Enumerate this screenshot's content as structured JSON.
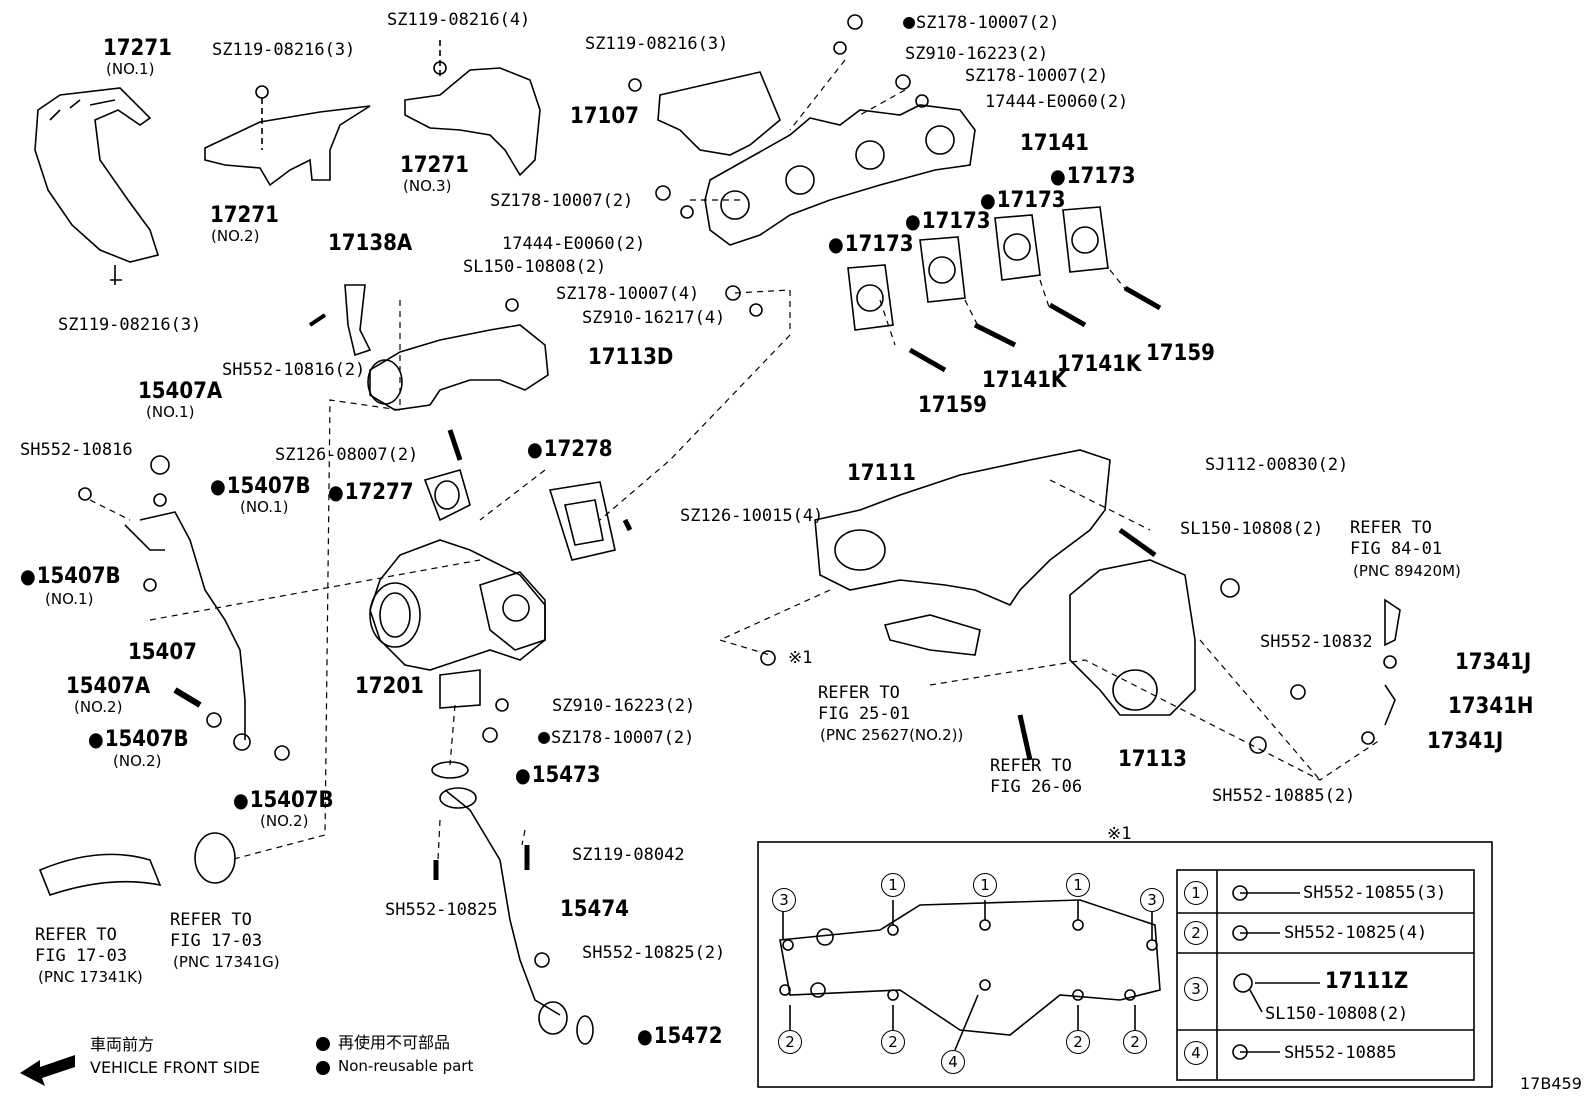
{
  "figure_id": "17B459",
  "callouts": {
    "p17271_no1": "17271",
    "p17271_no1_sub": "(NO.1)",
    "sz119_a": "SZ119-08216(3)",
    "sz119_b": "SZ119-08216(4)",
    "sz119_c": "SZ119-08216(3)",
    "p17271_no2": "17271",
    "p17271_no2_sub": "(NO.2)",
    "p17271_no3": "17271",
    "p17271_no3_sub": "(NO.3)",
    "sz119_d": "SZ119-08216(3)",
    "p17107": "17107",
    "sz178_a": "SZ178-10007(2)",
    "sz910_a": "SZ910-16223(2)",
    "sz178_b": "SZ178-10007(2)",
    "p17444_a": "17444-E0060(2)",
    "p17141": "17141",
    "sz178_c": "SZ178-10007(2)",
    "p17444_b": "17444-E0060(2)",
    "p17173_a": "17173",
    "p17173_b": "17173",
    "p17173_c": "17173",
    "p17173_d": "17173",
    "p17138a": "17138A",
    "sl150_a": "SL150-10808(2)",
    "sz178_d": "SZ178-10007(4)",
    "sz910_b": "SZ910-16217(4)",
    "sh552_a": "SH552-10816(2)",
    "p17113d": "17113D",
    "p17159_a": "17159",
    "p17141k_a": "17141K",
    "p17141k_b": "17141K",
    "p17159_b": "17159",
    "p15407a_no1": "15407A",
    "p15407a_no1_sub": "(NO.1)",
    "sh552_b": "SH552-10816",
    "p15407b_no1a": "15407B",
    "p15407b_no1a_sub": "(NO.1)",
    "p15407b_no1b": "15407B",
    "p15407b_no1b_sub": "(NO.1)",
    "sz126_a": "SZ126-08007(2)",
    "p17277": "17277",
    "p17278": "17278",
    "sz126_b": "SZ126-10015(4)",
    "p17111": "17111",
    "sj112": "SJ112-00830(2)",
    "sl150_b": "SL150-10808(2)",
    "refer_84": "REFER TO",
    "refer_84_fig": "FIG 84-01",
    "refer_84_pnc": "(PNC 89420M)",
    "p15407": "15407",
    "p15407a_no2": "15407A",
    "p15407a_no2_sub": "(NO.2)",
    "p15407b_no2a": "15407B",
    "p15407b_no2a_sub": "(NO.2)",
    "p15407b_no2b": "15407B",
    "p15407b_no2b_sub": "(NO.2)",
    "p17201": "17201",
    "sz910_c": "SZ910-16223(2)",
    "sz178_e": "SZ178-10007(2)",
    "kome1_a": "※1",
    "refer_25": "REFER TO",
    "refer_25_fig": "FIG 25-01",
    "refer_25_pnc": "(PNC 25627(NO.2))",
    "sh552_c": "SH552-10832",
    "p17341j_a": "17341J",
    "p17341h": "17341H",
    "p17341j_b": "17341J",
    "refer_26": "REFER TO",
    "refer_26_fig": "FIG 26-06",
    "p17113": "17113",
    "sh552_d": "SH552-10885(2)",
    "p15473": "15473",
    "sz119_e": "SZ119-08042",
    "sh552_e": "SH552-10825",
    "p15474": "15474",
    "sh552_f": "SH552-10825(2)",
    "p15472": "15472",
    "refer_17a": "REFER TO",
    "refer_17a_fig": "FIG 17-03",
    "refer_17a_pnc": "(PNC 17341K)",
    "refer_17b": "REFER TO",
    "refer_17b_fig": "FIG 17-03",
    "refer_17b_pnc": "(PNC 17341G)"
  },
  "legend": {
    "front_jp": "車両前方",
    "front_en": "VEHICLE FRONT SIDE",
    "nonreuse_jp": "再使用不可部品",
    "nonreuse_en": "Non-reusable part"
  },
  "inset": {
    "title": "※1",
    "rows": [
      {
        "num": "1",
        "part": "SH552-10855(3)"
      },
      {
        "num": "2",
        "part": "SH552-10825(4)"
      },
      {
        "num": "3",
        "part": "17111Z",
        "part2": "SL150-10808(2)"
      },
      {
        "num": "4",
        "part": "SH552-10885"
      }
    ],
    "circle_labels": [
      "3",
      "1",
      "1",
      "1",
      "3",
      "2",
      "2",
      "4",
      "2",
      "2"
    ]
  }
}
